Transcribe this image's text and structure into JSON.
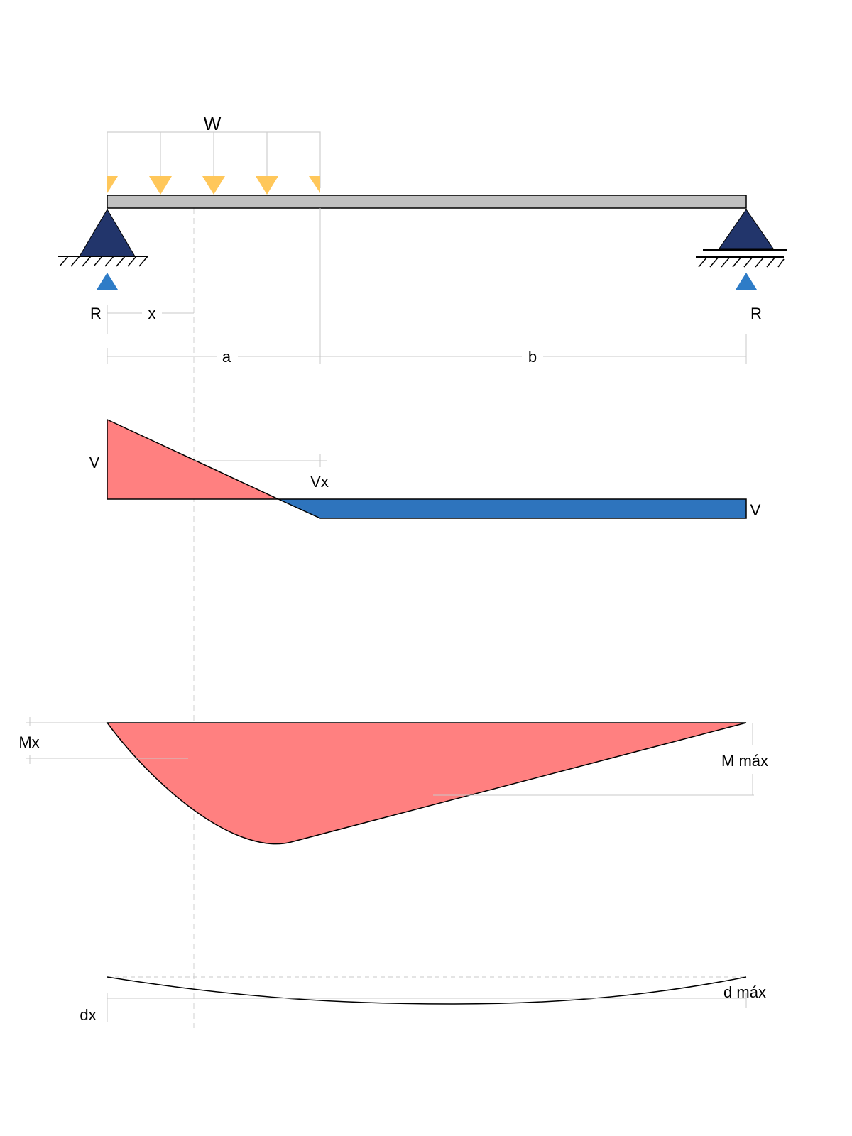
{
  "labels": {
    "load": "W",
    "reaction_left": "R",
    "reaction_right": "R",
    "distance_x": "x",
    "segment_a": "a",
    "segment_b": "b",
    "shear_left": "V",
    "shear_x": "Vx",
    "shear_right": "V",
    "moment_x": "Mx",
    "moment_max": "M máx",
    "deflection_x": "dx",
    "deflection_max": "d máx"
  },
  "colors": {
    "beam": "#c0c0c0",
    "support": "#22356b",
    "reaction_arrow": "#2e7cc7",
    "load_arrow": "#ffc75a",
    "shear_positive": "#ff8080",
    "shear_negative": "#2e74bd",
    "moment_fill": "#ff8080"
  },
  "icons": {
    "left_support": "pin-support-icon",
    "right_support": "roller-support-icon",
    "reaction": "up-arrow-icon",
    "load": "down-arrow-icon"
  }
}
